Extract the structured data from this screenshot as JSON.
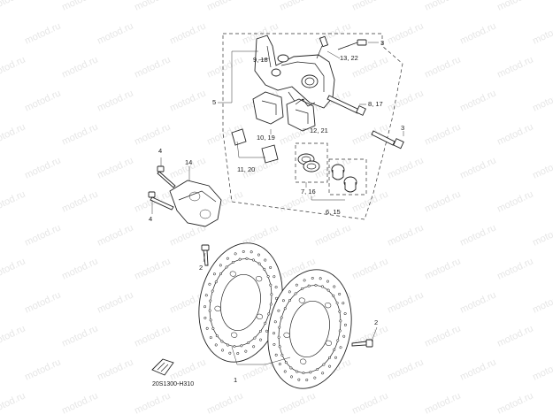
{
  "watermark": {
    "text": "motod.ru"
  },
  "diagram": {
    "code": "20S1300-H310",
    "callouts": {
      "c1": "1",
      "c2a": "2",
      "c2b": "2",
      "c3a": "3",
      "c3b": "3",
      "c4a": "4",
      "c4b": "4",
      "c5": "5",
      "c6": "6, 15",
      "c7": "7, 16",
      "c8": "8, 17",
      "c9": "9, 18",
      "c10": "10, 19",
      "c11": "11, 20",
      "c12": "12, 21",
      "c13": "13, 22",
      "c14": "14"
    }
  }
}
